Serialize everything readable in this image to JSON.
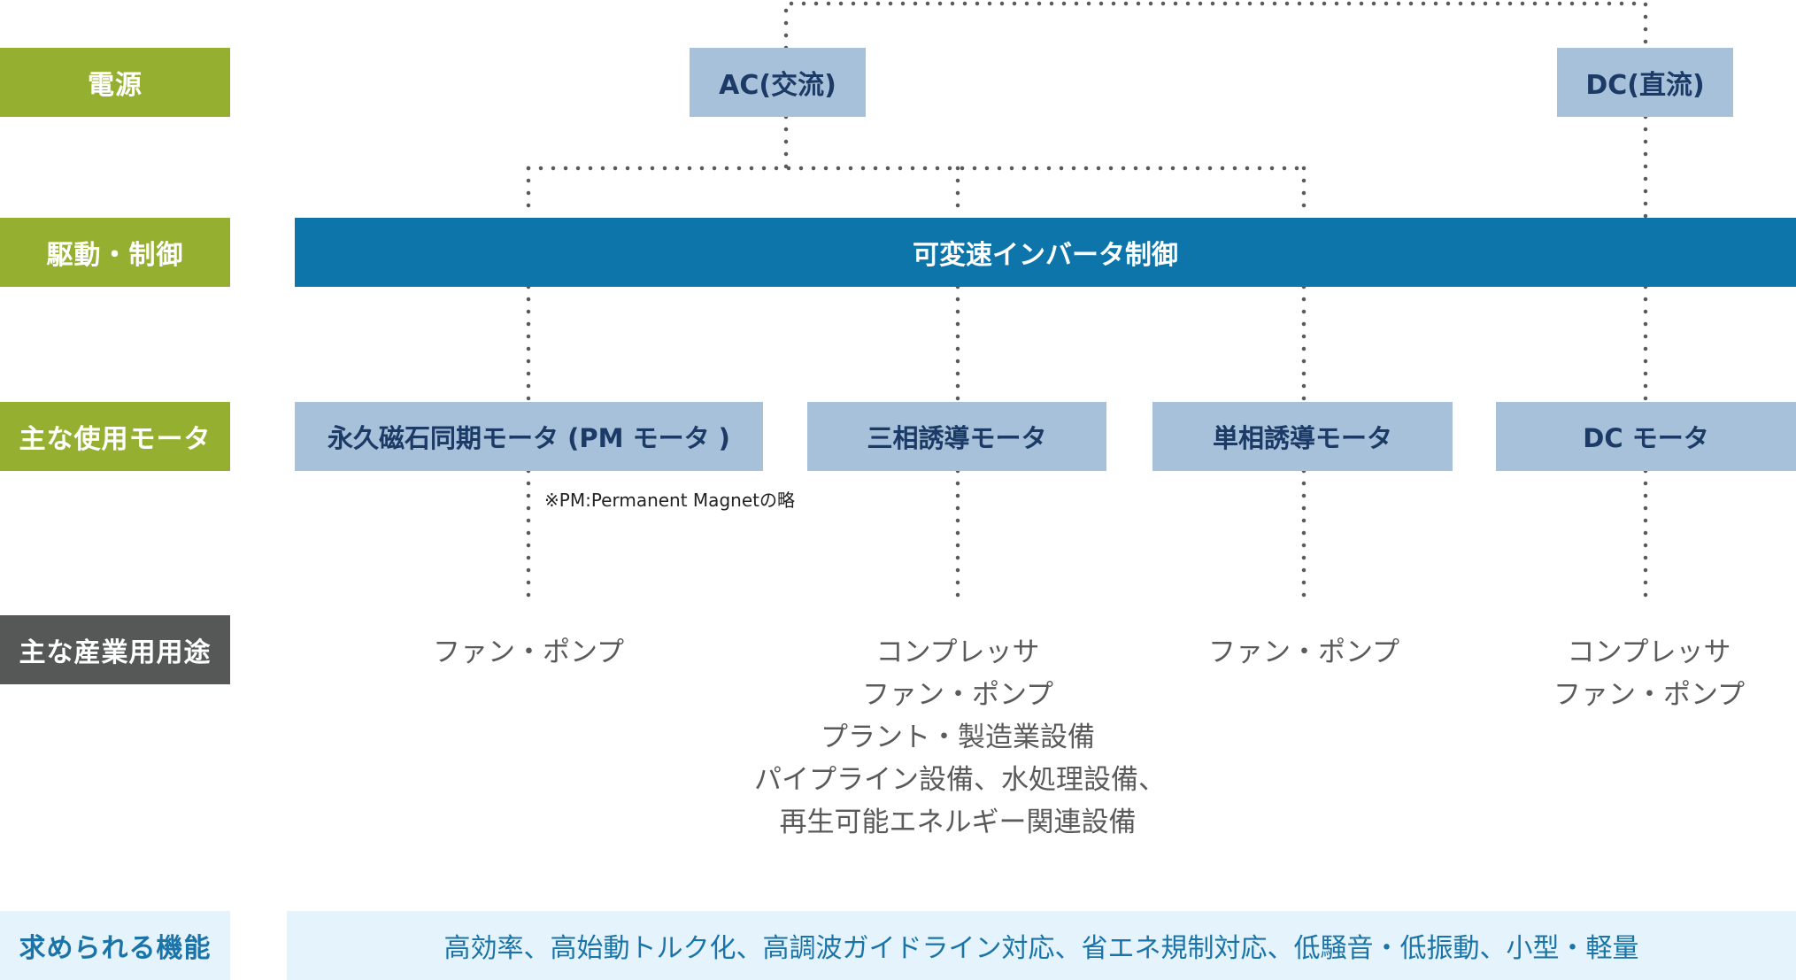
{
  "row_labels": {
    "power": "電源",
    "drive": "駆動・制御",
    "motors": "主な使用モータ",
    "applications": "主な産業用用途",
    "requirements": "求められる機能"
  },
  "power_sources": {
    "ac": "AC(交流)",
    "dc": "DC(直流)"
  },
  "drive_control": "可変速インバータ制御",
  "motors": [
    {
      "label": "永久磁石同期モータ (PM モータ )"
    },
    {
      "label": "三相誘導モータ"
    },
    {
      "label": "単相誘導モータ"
    },
    {
      "label": "DC モータ"
    }
  ],
  "pm_note": "※PM:Permanent Magnetの略",
  "applications": [
    {
      "lines": [
        "ファン・ポンプ"
      ]
    },
    {
      "lines": [
        "コンプレッサ",
        "ファン・ポンプ",
        "プラント・製造業設備",
        "パイプライン設備、水処理設備、",
        "再生可能エネルギー関連設備"
      ]
    },
    {
      "lines": [
        "ファン・ポンプ"
      ]
    },
    {
      "lines": [
        "コンプレッサ",
        "ファン・ポンプ"
      ]
    }
  ],
  "requirements": "高効率、高始動トルク化、高調波ガイドライン対応、省エネ規制対応、低騒音・低振動、小型・軽量",
  "colors": {
    "label_green": "#95b030",
    "label_gray": "#555857",
    "source_box": "#a8c1da",
    "drive_bar": "#0e75ab",
    "requirements_bg": "#e4f3fc",
    "requirements_text": "#1a74a8",
    "connector": "#5a5a5a"
  }
}
